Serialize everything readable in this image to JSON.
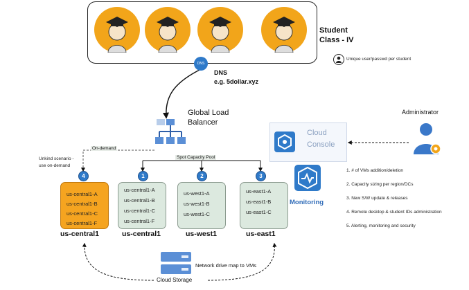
{
  "students": {
    "title": "Student",
    "subtitle": "Class - IV",
    "note": "Unique user/passwd per student"
  },
  "dns": {
    "label": "DNS",
    "example": "e.g. 5dollar.xyz"
  },
  "load_balancer": {
    "title_line1": "Global Load",
    "title_line2": "Balancer"
  },
  "pools": {
    "on_demand": "On-demand",
    "spot": "Spot Capacity Pool",
    "unkind_line1": "Unkind scenario -",
    "unkind_line2": "use on-demand"
  },
  "regions": [
    {
      "badge": "4",
      "name": "us-central1",
      "vms": [
        "us-central1-A",
        "us-central1-B",
        "us-central1-C",
        "us-central1-F"
      ]
    },
    {
      "badge": "1",
      "name": "us-central1",
      "vms": [
        "us-central1-A",
        "us-central1-B",
        "us-central1-C",
        "us-central1-F"
      ]
    },
    {
      "badge": "2",
      "name": "us-west1",
      "vms": [
        "us-west1-A",
        "us-west1-B",
        "us-west1-C"
      ]
    },
    {
      "badge": "3",
      "name": "us-east1",
      "vms": [
        "us-east1-A",
        "us-east1-B",
        "us-east1-C"
      ]
    }
  ],
  "console": {
    "line1": "Cloud",
    "line2": "Console"
  },
  "monitoring": "Monitoring",
  "administrator": "Administrator",
  "admin_tasks": [
    "1. # of VMs addition/deletion",
    "2. Capacity sizing per region/DCs",
    "3. New S/W update & releases",
    "4. Remote desktop & student IDs administration",
    "5. Alerting, monitoring and security"
  ],
  "storage": {
    "network_drive": "Network drive map to VMs",
    "label": "Cloud Storage"
  },
  "colors": {
    "region_orange": "#f5a420",
    "region_green": "#dce9df",
    "badge_blue": "#2f7ac9",
    "icon_blue": "#2f7ac9"
  }
}
